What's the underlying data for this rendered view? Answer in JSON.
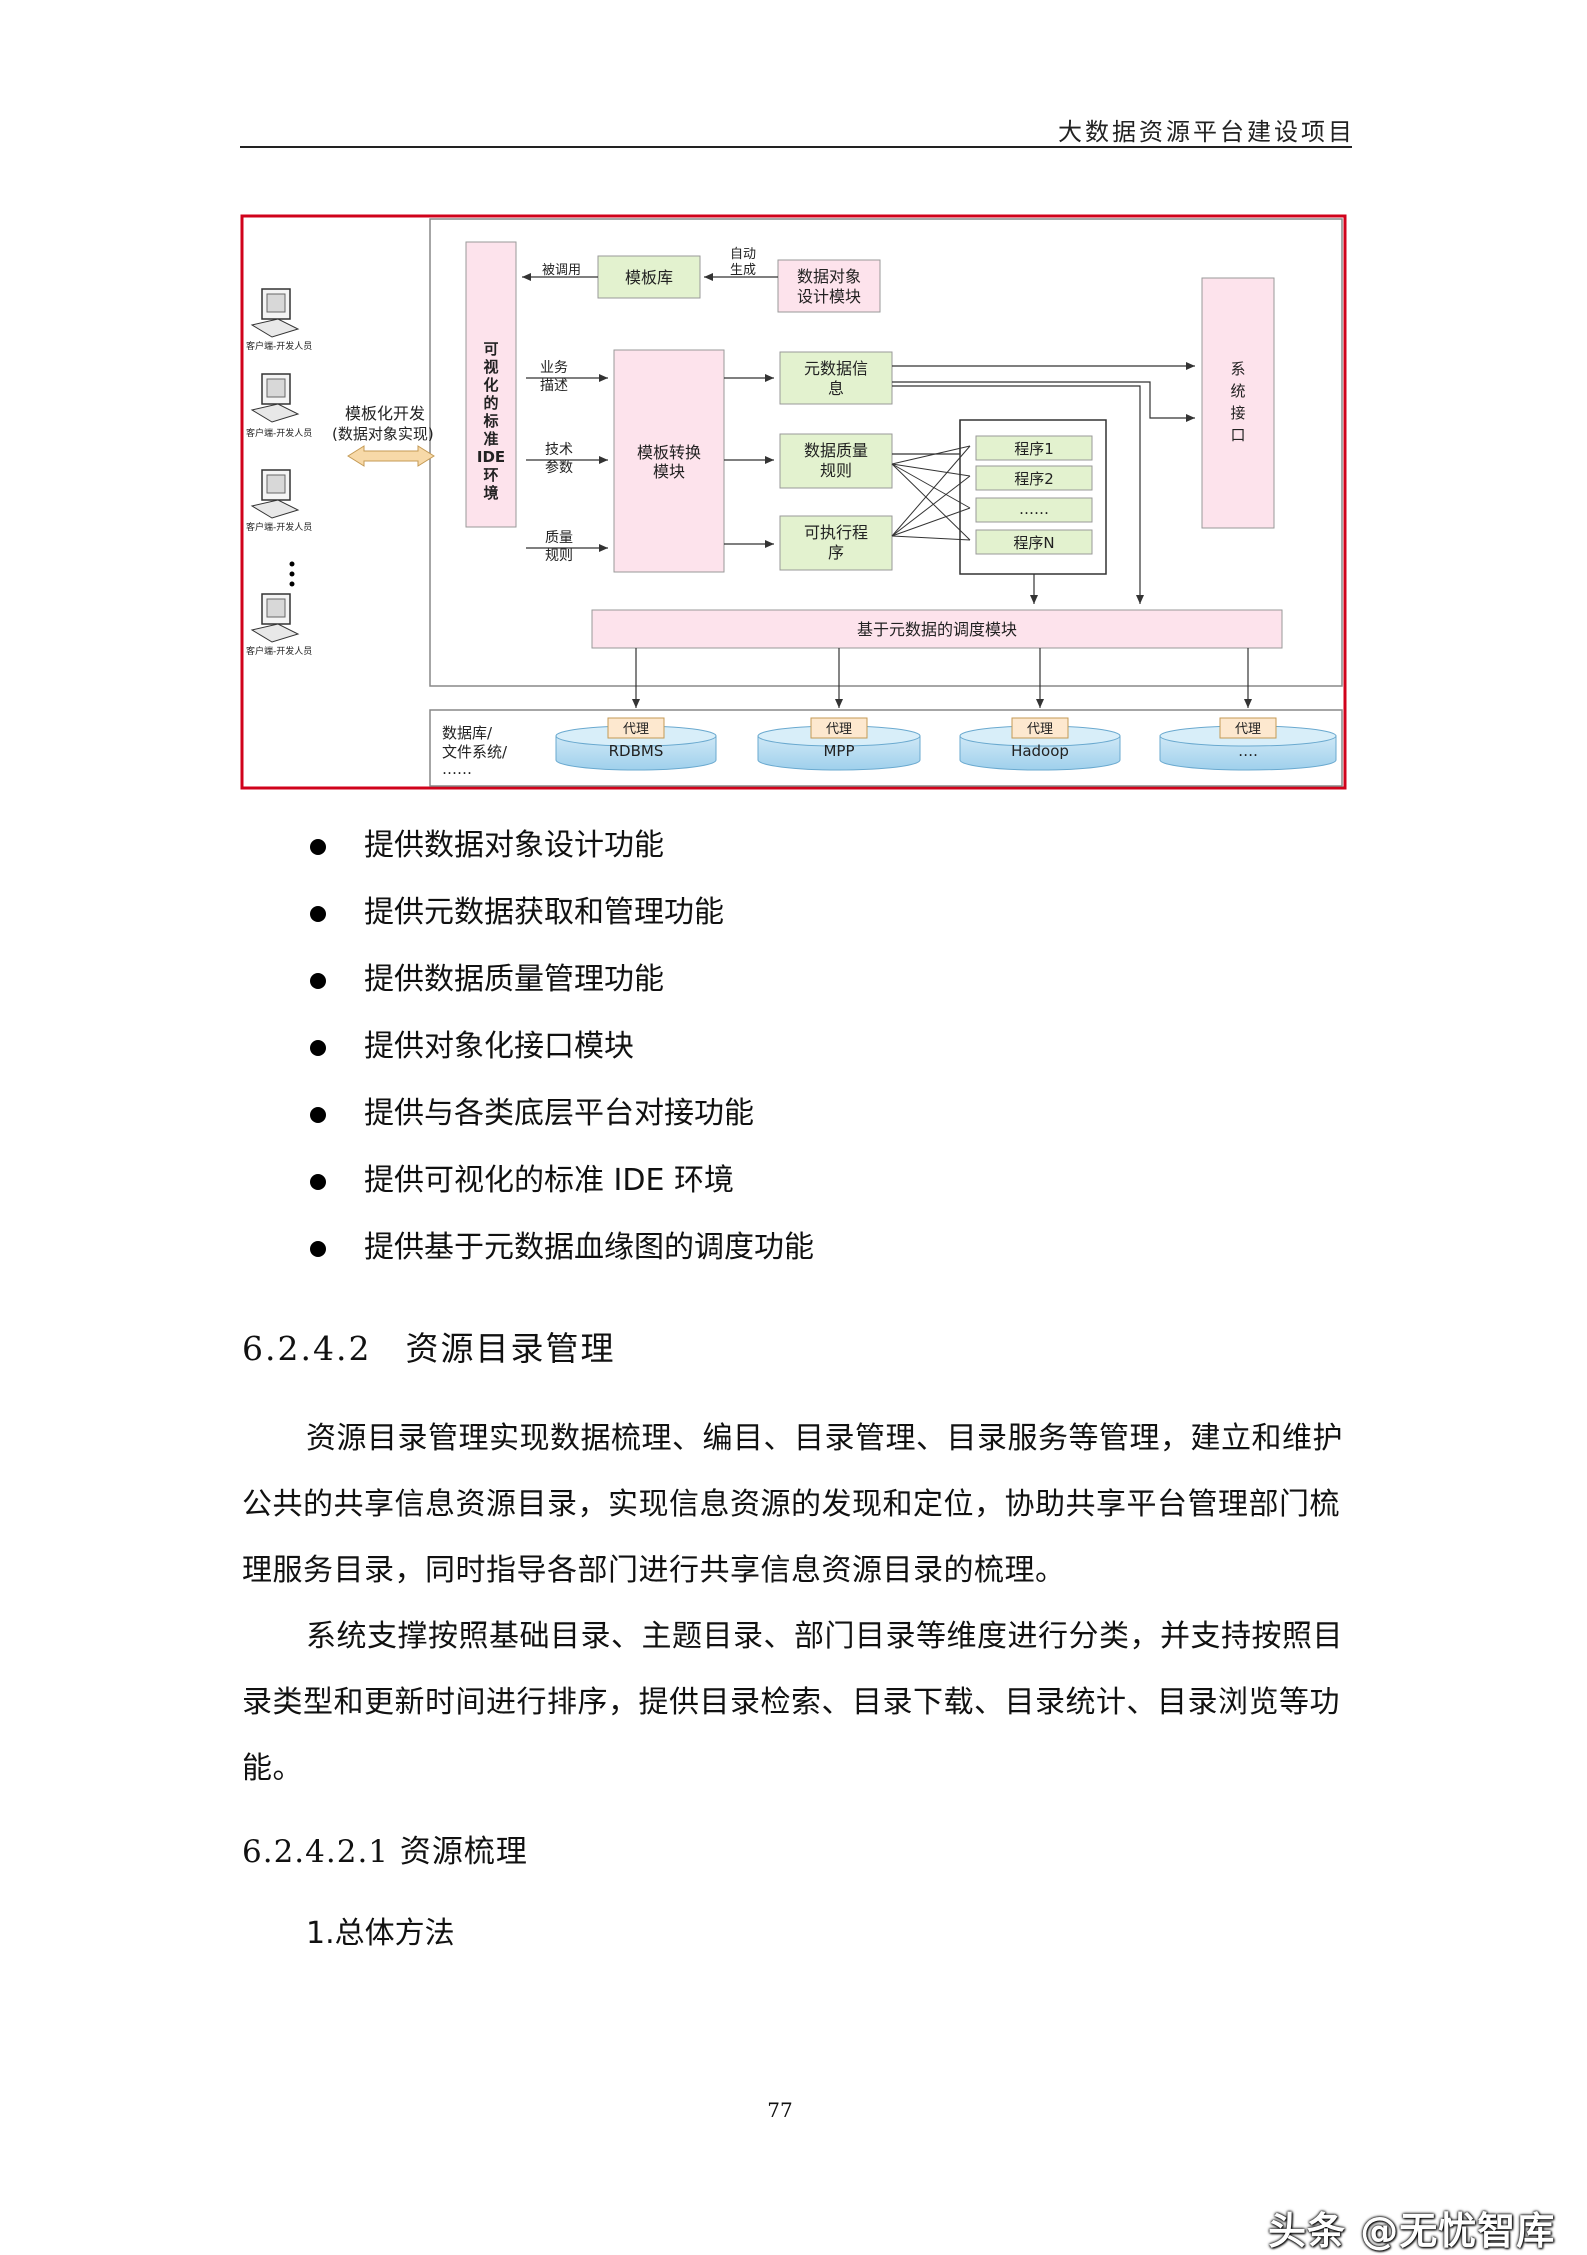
{
  "header": {
    "title": "大数据资源平台建设项目"
  },
  "figure": {
    "client_label": "客户端-开发人员",
    "dev_mode": "模板化开发",
    "dev_mode_sub": "(数据对象实现)",
    "ide_box": [
      "可",
      "视",
      "化",
      "的",
      "标",
      "准",
      "IDE",
      "环",
      "境"
    ],
    "called_label": "被调用",
    "template_lib": "模板库",
    "auto_gen": [
      "自动",
      "生成"
    ],
    "data_object_design": [
      "数据对象",
      "设计模块"
    ],
    "inputs": [
      {
        "l1": "业务",
        "l2": "描述"
      },
      {
        "l1": "技术",
        "l2": "参数"
      },
      {
        "l1": "质量",
        "l2": "规则"
      }
    ],
    "transform": [
      "模板转换",
      "模块"
    ],
    "metadata_info": [
      "元数据信",
      "息"
    ],
    "quality_rules": [
      "数据质量",
      "规则"
    ],
    "executable": [
      "可执行程",
      "序"
    ],
    "programs": [
      "程序1",
      "程序2",
      "……",
      "程序N"
    ],
    "system_interface": [
      "系",
      "统",
      "接",
      "口"
    ],
    "scheduler": "基于元数据的调度模块",
    "storage_label": [
      "数据库/",
      "文件系统/",
      "……"
    ],
    "proxy_label": "代理",
    "stores": [
      "RDBMS",
      "MPP",
      "Hadoop",
      "…."
    ]
  },
  "bullets": [
    "提供数据对象设计功能",
    "提供元数据获取和管理功能",
    "提供数据质量管理功能",
    "提供对象化接口模块",
    "提供与各类底层平台对接功能",
    "提供可视化的标准 IDE 环境",
    "提供基于元数据血缘图的调度功能"
  ],
  "section": {
    "number": "6.2.4.2",
    "title": "资源目录管理"
  },
  "paragraphs": [
    "资源目录管理实现数据梳理、编目、目录管理、目录服务等管理，建立和维护公共的共享信息资源目录，实现信息资源的发现和定位，协助共享平台管理部门梳理服务目录，同时指导各部门进行共享信息资源目录的梳理。",
    "系统支撑按照基础目录、主题目录、部门目录等维度进行分类，并支持按照目录类型和更新时间进行排序，提供目录检索、目录下载、目录统计、目录浏览等功能。"
  ],
  "subsection": "6.2.4.2.1 资源梳理",
  "sub_item": "1.总体方法",
  "page_number": "77",
  "watermark": "头条 @无忧智库"
}
